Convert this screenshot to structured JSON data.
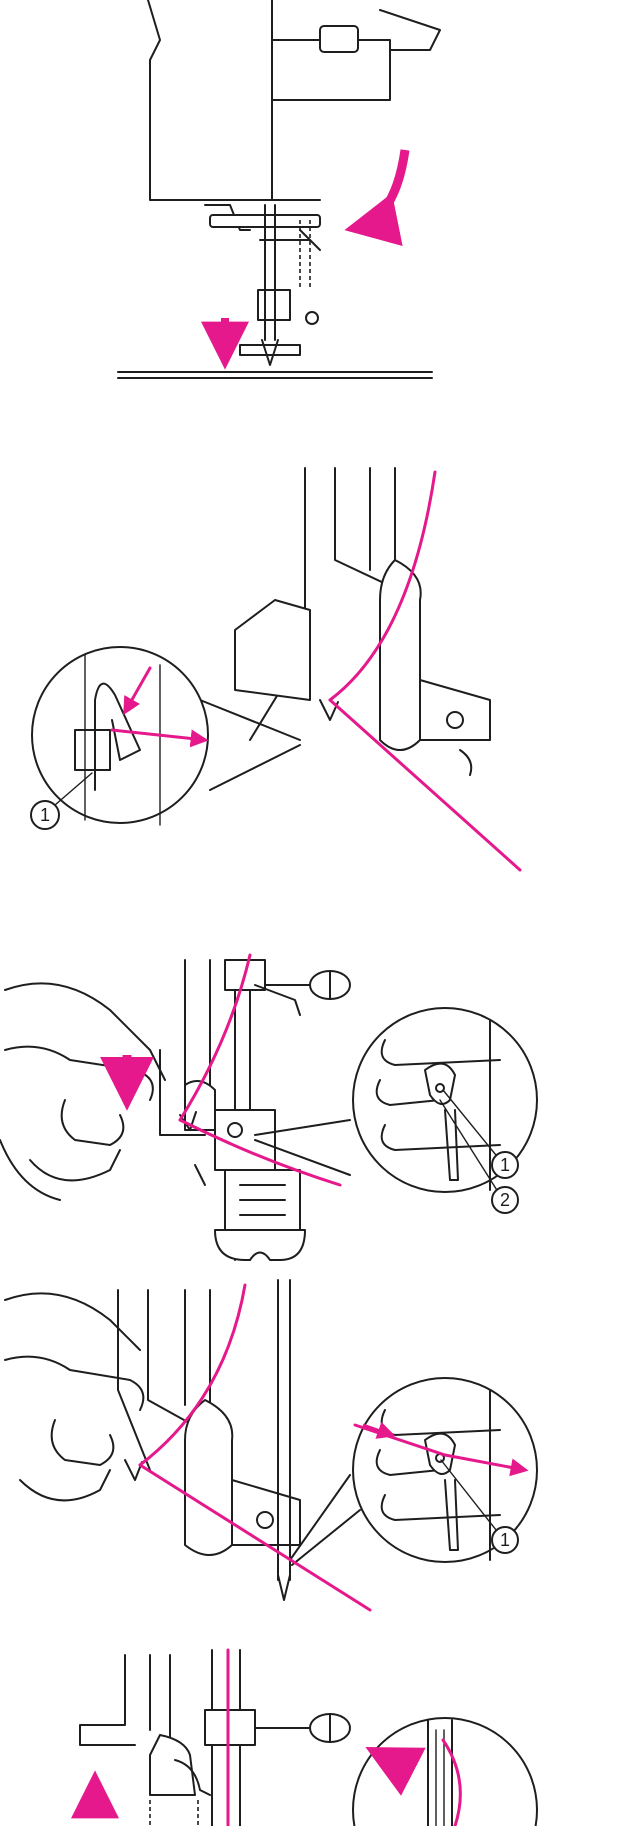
{
  "colors": {
    "thread": "#e5198c",
    "line": "#1e1e1e",
    "background": "#ffffff"
  },
  "panels": [
    {
      "callouts": []
    },
    {
      "callouts": [
        "1"
      ]
    },
    {
      "callouts": [
        "1",
        "2"
      ]
    },
    {
      "callouts": [
        "1"
      ]
    },
    {
      "callouts": []
    }
  ]
}
